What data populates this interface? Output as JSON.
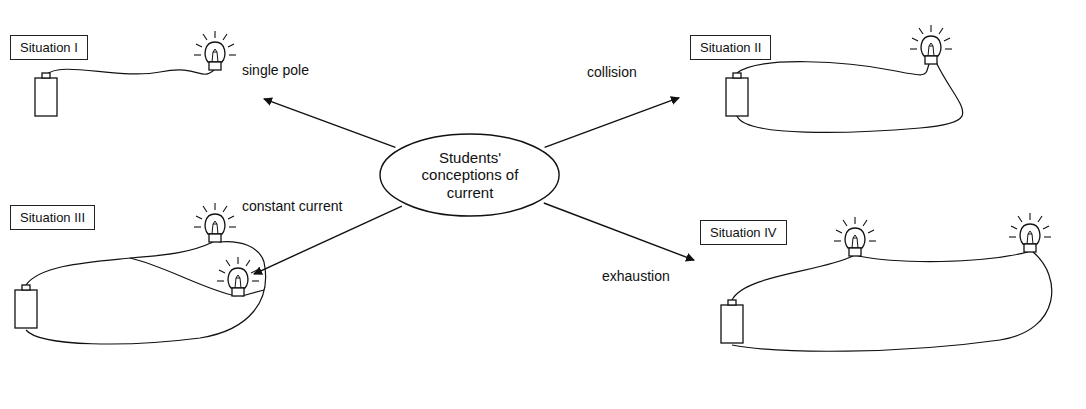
{
  "diagram": {
    "nodes": [
      {
        "text": [
          "Situation I"
        ]
      },
      {
        "text": [
          "Situation II"
        ]
      },
      {
        "text": [
          "Students' conceptions of current"
        ]
      },
      {
        "text": [
          "Situation III"
        ]
      },
      {
        "text": [
          "Situation IV"
        ]
      }
    ],
    "edges": [
      {
        "from": 2,
        "to": 0,
        "arrow": "to",
        "label": "single pole"
      },
      {
        "from": 2,
        "to": 1,
        "arrow": "to",
        "label": "collision"
      },
      {
        "from": 2,
        "to": 3,
        "arrow": "to",
        "label": "constant current"
      },
      {
        "from": 2,
        "to": 4,
        "arrow": "to",
        "label": "exhaustion"
      }
    ]
  }
}
